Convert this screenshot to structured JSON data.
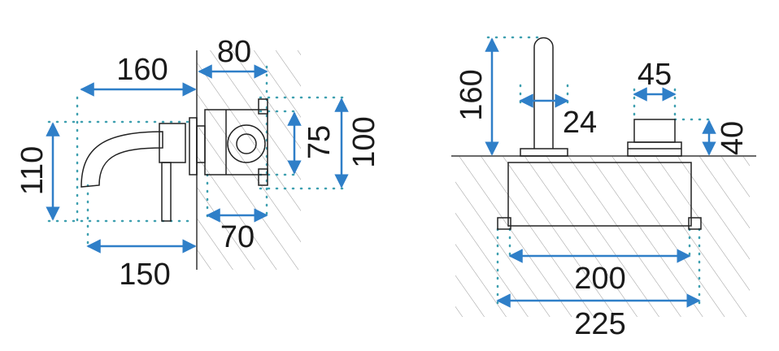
{
  "diagram": {
    "left_view": {
      "dim_width_spout": "160",
      "dim_depth_box": "80",
      "dim_height": "110",
      "dim_spout_reach": "150",
      "dim_box_inner": "70",
      "dim_box_height_inner": "75",
      "dim_box_height": "100"
    },
    "right_view": {
      "dim_spout_height": "160",
      "dim_spout_diameter": "24",
      "dim_handle_diameter": "45",
      "dim_handle_height": "40",
      "dim_plate_inner": "200",
      "dim_plate_outer": "225"
    },
    "colors": {
      "arrow": "#2f7fc8",
      "guide": "#3fa0b0",
      "line": "#222222"
    }
  }
}
